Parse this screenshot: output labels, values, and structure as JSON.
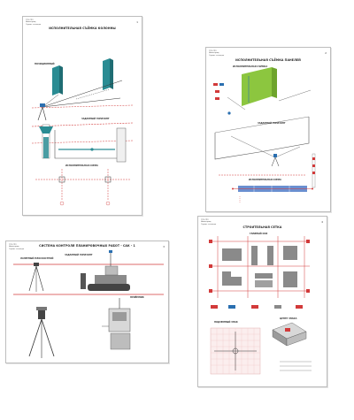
{
  "sheets": [
    {
      "header": [
        "ГОУ СПО",
        "Нижегород.",
        "Строит. колледж"
      ],
      "title": "ИСПОЛНИТЕЛЬНАЯ СЪЁМКА КОЛОННЫ",
      "page": "1",
      "labels": [
        "ПОЗИЦИОННЫЙ",
        "ЗАДАННЫЙ ГОРИЗОНТ",
        "ИСПОЛНИТЕЛЬНАЯ СХЕМА"
      ]
    },
    {
      "header": [
        "ГОУ СПО",
        "Нижегород.",
        "Строит. колледж"
      ],
      "title": "ИСПОЛНИТЕЛЬНАЯ СЪЁМКА ПАНЕЛЕЙ",
      "page": "2",
      "labels": [
        "ИСПОЛНИТЕЛЬНАЯ СЪЁМКА",
        "ЗАДАННЫЙ ГОРИЗОНТ",
        "ИСПОЛНИТЕЛЬНАЯ СХЕМА"
      ]
    },
    {
      "header": [
        "ГОУ СПО",
        "Нижегород.",
        "Строит. колледж"
      ],
      "title": "СИСТЕМА КОНТРОЛЯ ПЛАНИРОВОЧНЫХ РАБОТ - САК - 1",
      "page": "3",
      "labels": [
        "ЗАДАННЫЙ ГОРИЗОНТ",
        "ЛАЗЕРНЫЙ ПЛОСКОСТНОЙ",
        "ПРИЁМНИК"
      ]
    },
    {
      "header": [
        "ГОУ СПО",
        "Нижегород.",
        "Строит. колледж"
      ],
      "title": "СТРОИТЕЛЬНАЯ СЕТКА",
      "page": "4",
      "labels": [
        "ГЛАВНЫЙ ОСИ",
        "ПОДЗЕМНЫЙ ЗНАК",
        "ЦЕНТР ЗНАКА"
      ]
    }
  ],
  "colors": {
    "accent_red": "#d23a3a",
    "teal": "#2a8c93",
    "green": "#8cc63f",
    "blue": "#6a8fd0"
  }
}
